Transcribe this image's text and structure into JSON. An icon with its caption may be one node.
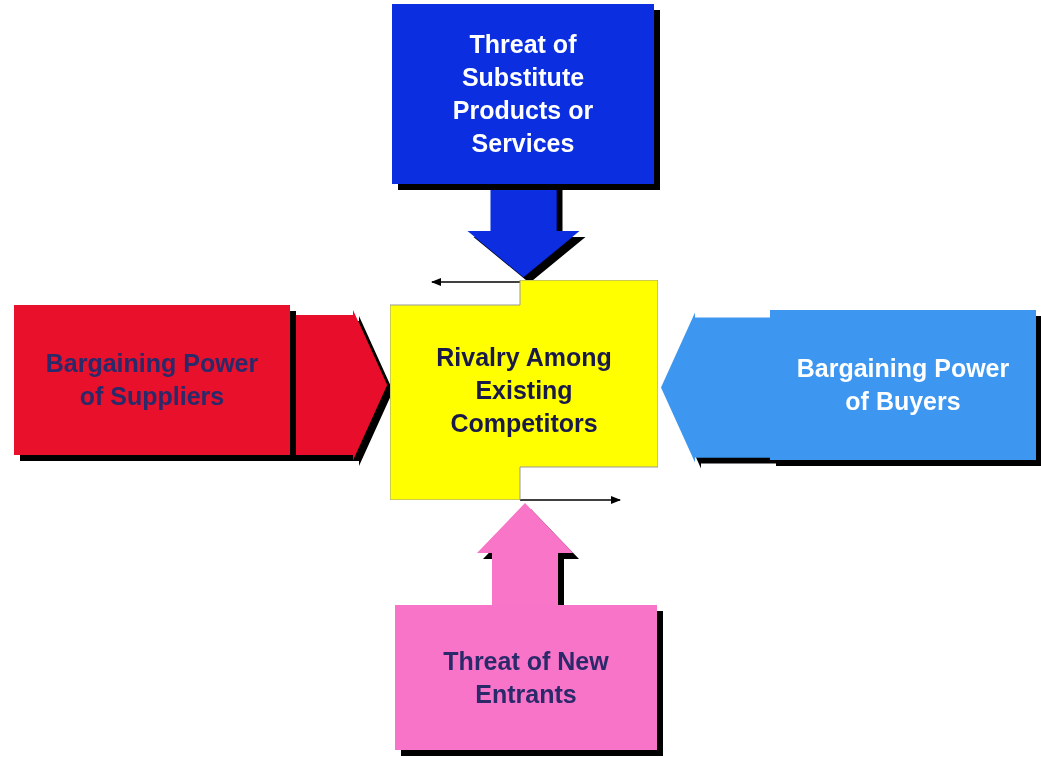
{
  "diagram": {
    "nodes": [
      {
        "text": [
          "Threat of Substitute Products or Services"
        ]
      },
      {
        "text": [
          "Bargaining Power of Suppliers"
        ]
      },
      {
        "text": [
          "Rivalry Among Existing Competitors"
        ]
      },
      {
        "text": [
          "Bargaining Power of Buyers"
        ]
      },
      {
        "text": [
          "Threat of New Entrants"
        ]
      }
    ],
    "edges": [
      {
        "from": 0,
        "to": 2,
        "arrow": "to"
      },
      {
        "from": 1,
        "to": 2,
        "arrow": "to"
      },
      {
        "from": 3,
        "to": 2,
        "arrow": "to"
      },
      {
        "from": 4,
        "to": 2,
        "arrow": "to"
      },
      {
        "from": 2,
        "to": null,
        "arrow": "to"
      },
      {
        "from": 2,
        "to": null,
        "arrow": "to"
      }
    ]
  }
}
